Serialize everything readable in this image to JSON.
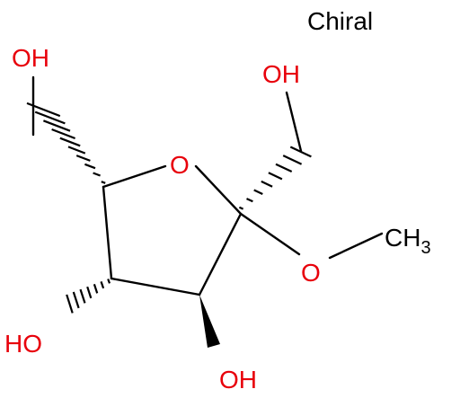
{
  "molecule": {
    "chirality_label": "Chiral",
    "colors": {
      "bond": "#000000",
      "oxygen": "#e8000b"
    },
    "atoms": {
      "oh_top_left": "OH",
      "oh_top_right": "OH",
      "ring_oxygen": "O",
      "methoxy_oxygen": "O",
      "methyl_c": "CH",
      "methyl_sub": "3",
      "ho_left": "HO",
      "oh_bottom": "OH"
    }
  }
}
